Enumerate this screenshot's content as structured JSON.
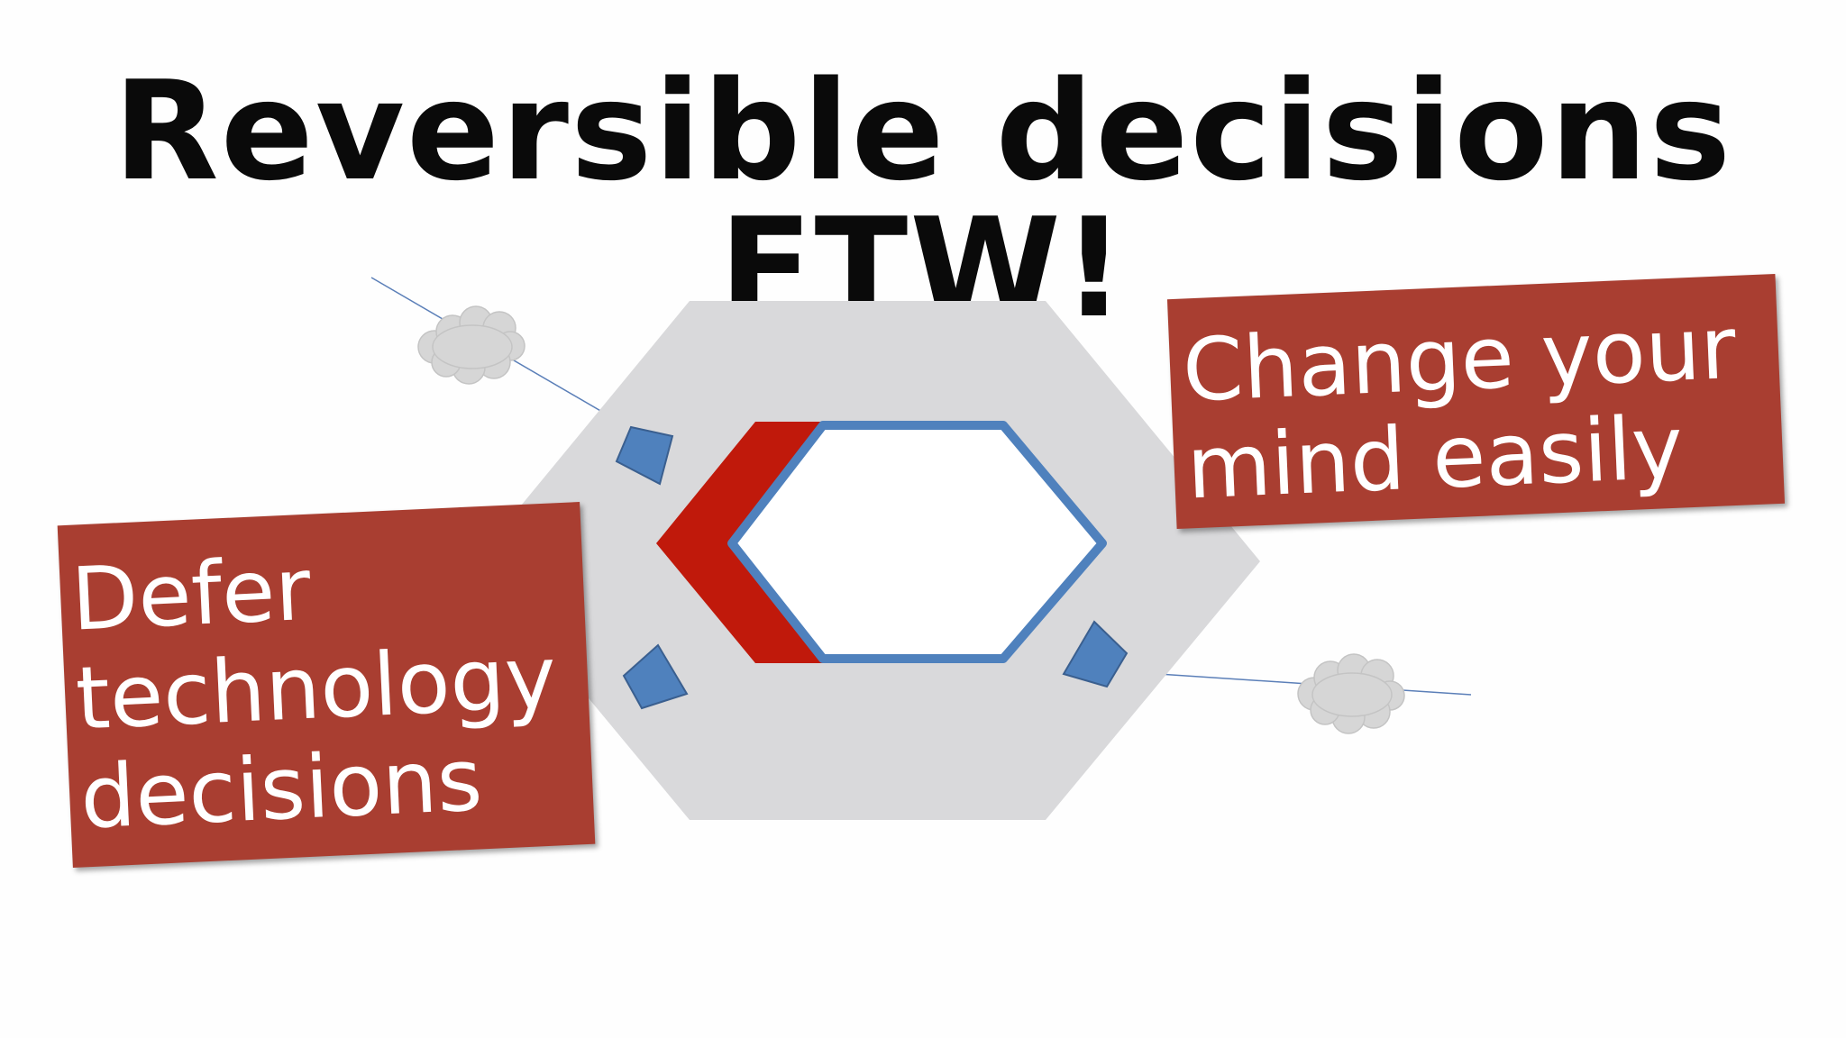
{
  "slide": {
    "title": "Reversible decisions FTW!"
  },
  "notes": {
    "right": {
      "line1": "Change your",
      "line2": "mind easily"
    },
    "left": {
      "line1": "Defer",
      "line2": "technology",
      "line3": "decisions"
    }
  },
  "colors": {
    "note_background": "#a93e31",
    "hexagon_outer": "#d9d9db",
    "hexagon_inner_border": "#4f81bd",
    "inner_accent": "#c0190b",
    "port": "#4f81bd",
    "cloud": "#d6d6d6",
    "connector_line": "#5b7fb8"
  },
  "icons": {
    "cloud_top_left": "cloud-icon",
    "cloud_right": "cloud-icon"
  }
}
